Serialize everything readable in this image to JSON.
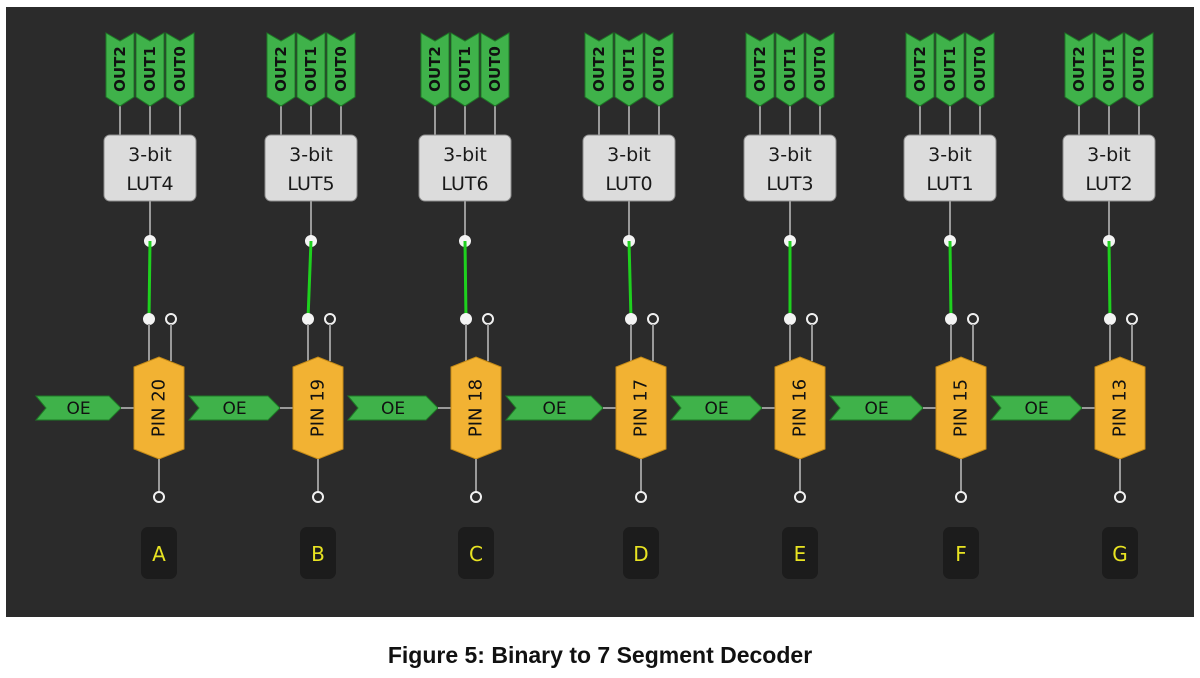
{
  "caption": "Figure 5: Binary to 7 Segment Decoder",
  "colors": {
    "background": "#2b2b2b",
    "wire": "#9a9a9a",
    "active_wire": "#1ed11e",
    "out_port": "#3fb24a",
    "pin_fill": "#f2b233",
    "lut_fill": "#dcdcdc",
    "segment_label": "#e8e322"
  },
  "oe_label": "OE",
  "blocks": [
    {
      "lut_line1": "3-bit",
      "lut_line2": "LUT4",
      "outputs": [
        "OUT2",
        "OUT1",
        "OUT0"
      ],
      "pin": "PIN 20",
      "segment": "A"
    },
    {
      "lut_line1": "3-bit",
      "lut_line2": "LUT5",
      "outputs": [
        "OUT2",
        "OUT1",
        "OUT0"
      ],
      "pin": "PIN 19",
      "segment": "B"
    },
    {
      "lut_line1": "3-bit",
      "lut_line2": "LUT6",
      "outputs": [
        "OUT2",
        "OUT1",
        "OUT0"
      ],
      "pin": "PIN 18",
      "segment": "C"
    },
    {
      "lut_line1": "3-bit",
      "lut_line2": "LUT0",
      "outputs": [
        "OUT2",
        "OUT1",
        "OUT0"
      ],
      "pin": "PIN 17",
      "segment": "D"
    },
    {
      "lut_line1": "3-bit",
      "lut_line2": "LUT3",
      "outputs": [
        "OUT2",
        "OUT1",
        "OUT0"
      ],
      "pin": "PIN 16",
      "segment": "E"
    },
    {
      "lut_line1": "3-bit",
      "lut_line2": "LUT1",
      "outputs": [
        "OUT2",
        "OUT1",
        "OUT0"
      ],
      "pin": "PIN 15",
      "segment": "F"
    },
    {
      "lut_line1": "3-bit",
      "lut_line2": "LUT2",
      "outputs": [
        "OUT2",
        "OUT1",
        "OUT0"
      ],
      "pin": "PIN 13",
      "segment": "G"
    }
  ]
}
